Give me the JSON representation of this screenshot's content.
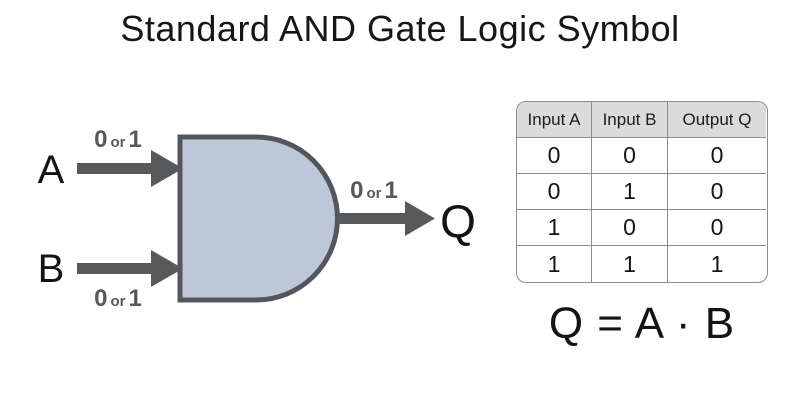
{
  "title": "Standard AND Gate Logic Symbol",
  "colors": {
    "gate_fill": "#bcc8d7",
    "gate_stroke": "#54565b",
    "arrow": "#58595b",
    "hint_text": "#58595b",
    "text_black": "#141414",
    "table_header_bg": "#dbdbdb",
    "table_border": "#8d8d8d"
  },
  "gate": {
    "input_a_label": "A",
    "input_b_label": "B",
    "output_label": "Q",
    "signal_hint": {
      "zero": "0",
      "or": "or",
      "one": "1",
      "full": "0 or 1"
    }
  },
  "truth_table": {
    "headers": [
      "Input A",
      "Input B",
      "Output Q"
    ],
    "rows": [
      [
        "0",
        "0",
        "0"
      ],
      [
        "0",
        "1",
        "0"
      ],
      [
        "1",
        "0",
        "0"
      ],
      [
        "1",
        "1",
        "1"
      ]
    ]
  },
  "equation": "Q = A · B"
}
